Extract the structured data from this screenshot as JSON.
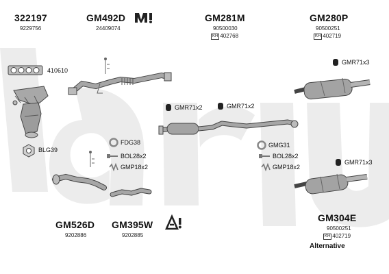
{
  "colors": {
    "watermark": "#ececec",
    "parts": "#9a9a9a",
    "outline": "#4a4a4a",
    "text": "#111111"
  },
  "groups": [
    {
      "code": "322197",
      "number": "9229756"
    },
    {
      "code": "GM492D",
      "number": "24409074"
    },
    {
      "code": "GM281M",
      "number": "90500030",
      "ref": "402768"
    },
    {
      "code": "GM280P",
      "number": "90500251",
      "ref": "402719"
    },
    {
      "code": "GM526D",
      "number": "9202886"
    },
    {
      "code": "GM395W",
      "number": "9202885"
    },
    {
      "code": "GM304E",
      "number": "90500251",
      "ref": "402719"
    }
  ],
  "labels": {
    "gasket": "410610",
    "blg": "BLG39",
    "gmr_top_right": "GMR71x3",
    "gmr_left": "GMR71x2",
    "gmr_mid": "GMR71x2",
    "gmr_lower_right": "GMR71x3",
    "fdg": "FDG38",
    "bol_left": "BOL28x2",
    "gmp_left": "GMP18x2",
    "gmg": "GMG31",
    "bol_mid": "BOL28x2",
    "gmp_mid": "GMP18x2"
  },
  "icons": [
    "oil-can-warning-icon",
    "clamp-warning-icon",
    "rubber-hanger-icon",
    "ring-gasket-icon",
    "bolt-icon",
    "spring-icon",
    "hex-nut-icon",
    "manifold-gasket-icon"
  ],
  "alternative_label": "Alternative"
}
